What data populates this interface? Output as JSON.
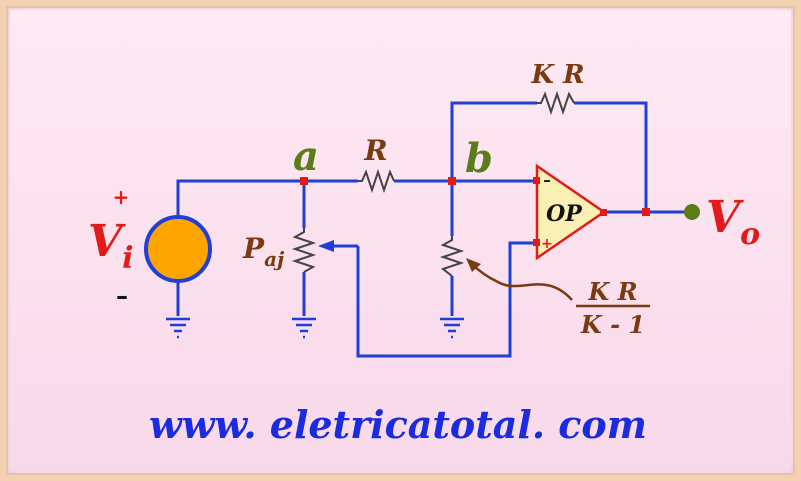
{
  "labels": {
    "node_a": "a",
    "node_b": "b",
    "resistor_r": "R",
    "feedback": "K R",
    "pot_main": "P",
    "pot_sub": "aj",
    "vin_main": "V",
    "vin_sub": "i",
    "vin_plus": "+",
    "vin_minus": "–",
    "vout_main": "V",
    "vout_sub": "o",
    "opamp": "OP",
    "opamp_minus": "–",
    "opamp_plus": "+",
    "frac_num": "K R",
    "frac_den": "K - 1"
  },
  "footer": {
    "url": "www. eletricatotal. com"
  },
  "colors": {
    "wire": "#1f3fd6",
    "node": "#e21a1a",
    "node_label": "#5a7d1a",
    "value_label": "#7a3a12",
    "voltage_label": "#e21a1a",
    "source_fill": "#ffa500",
    "opamp_fill": "#fbf0b4",
    "url": "#1a2be0"
  }
}
